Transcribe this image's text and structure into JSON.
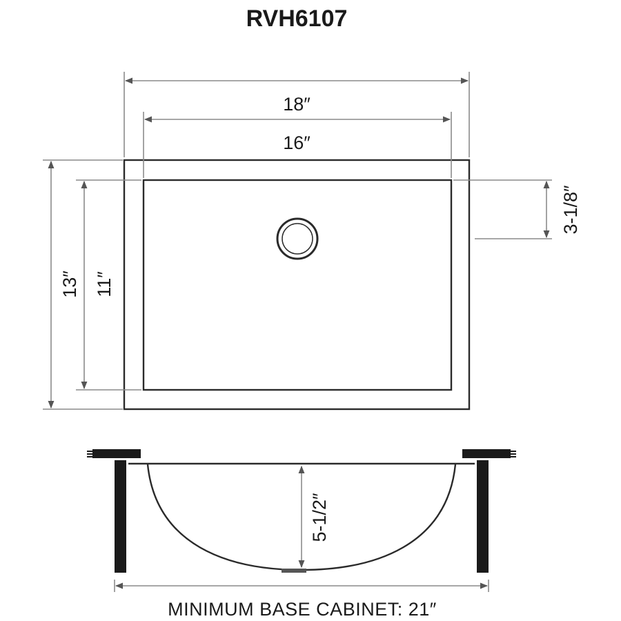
{
  "model": "RVH6107",
  "top_view": {
    "outer_width": "18″",
    "inner_width": "16″",
    "outer_length": "13″",
    "inner_length": "11″",
    "drain_offset": "3-1/8″"
  },
  "side_view": {
    "depth": "5-1/2″",
    "cabinet_label": "MINIMUM BASE CABINET: 21″"
  },
  "colors": {
    "line": "#2a2a2a",
    "dimension_line": "#8a8a8a",
    "text": "#1a1a1a"
  }
}
